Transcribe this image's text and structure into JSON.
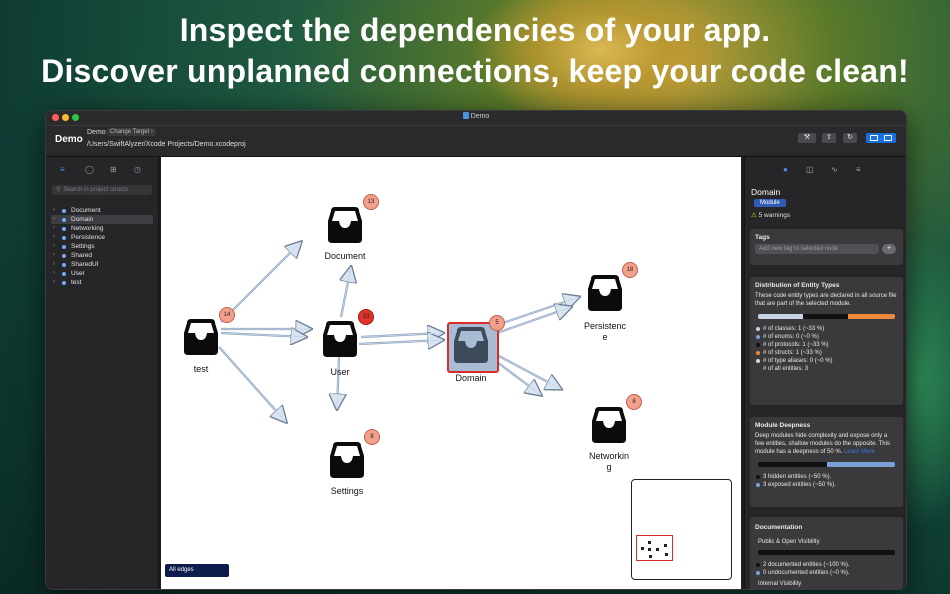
{
  "headline": {
    "line1": "Inspect the dependencies of your app.",
    "line2": "Discover unplanned connections, keep your code clean!"
  },
  "window": {
    "title": "Demo",
    "app_name": "Demo",
    "project": "Demo",
    "change_target": "Change Target",
    "path": "/Users/SwiftAlyzer/Xcode Projects/Demo.xcodeproj"
  },
  "sidebar": {
    "search_placeholder": "Search in project structu",
    "items": [
      {
        "label": "Document"
      },
      {
        "label": "Domain"
      },
      {
        "label": "Networking"
      },
      {
        "label": "Persistence"
      },
      {
        "label": "Settings"
      },
      {
        "label": "Shared"
      },
      {
        "label": "SharedUI"
      },
      {
        "label": "User"
      },
      {
        "label": "test"
      }
    ],
    "selected": "Domain"
  },
  "graph": {
    "nodes": [
      {
        "id": "test",
        "label": "test",
        "badge": "14"
      },
      {
        "id": "document",
        "label": "Document",
        "badge": "13"
      },
      {
        "id": "user",
        "label": "User",
        "badge": "33"
      },
      {
        "id": "domain",
        "label": "Domain",
        "badge": "5"
      },
      {
        "id": "persistence",
        "label": "Persistenc",
        "label2": "e",
        "badge": "18"
      },
      {
        "id": "settings",
        "label": "Settings",
        "badge": "8"
      },
      {
        "id": "networking",
        "label": "Networkin",
        "label2": "g",
        "badge": "8"
      }
    ],
    "edges_button": "All edges"
  },
  "inspector": {
    "title": "Domain",
    "type_tag": "Module",
    "warnings": "5 warnings",
    "tags": {
      "title": "Tags",
      "placeholder": "Add new tag to selected node",
      "add": "+"
    },
    "distribution": {
      "title": "Distribution of Entity Types",
      "desc": "These code entity types are declared in all source file that are part of the selected module.",
      "rows": [
        "# of classes: 1 (~33 %)",
        "# of enums: 0 (~0 %)",
        "# of protocols: 1 (~33 %)",
        "# of structs: 1 (~33 %)",
        "# of type aliases: 0 (~0 %)",
        "# of all entities: 3"
      ],
      "colors": [
        "#c9d3e6",
        "#7aa0d8",
        "#111111",
        "#f0883a",
        "#d8d8d8"
      ],
      "bar_fractions": [
        0.33,
        0.33,
        0.34
      ]
    },
    "deepness": {
      "title": "Module Deepness",
      "desc": "Deep modules hide complexity and expose only a few entities, shallow modules do the opposite. This module has a deepness of 50 %.",
      "learn_more": "Learn More",
      "rows": [
        "3 hidden entities (~50 %).",
        "3 exposed entities (~50 %)."
      ],
      "bar_fraction": 0.5
    },
    "documentation": {
      "title": "Documentation",
      "subtitle": "Public & Open Visibility",
      "rows": [
        "2 documented entities (~100 %).",
        "0 undocumented entities (~0 %)."
      ],
      "next": "Internal Visibility",
      "bar_fraction": 1.0
    }
  }
}
